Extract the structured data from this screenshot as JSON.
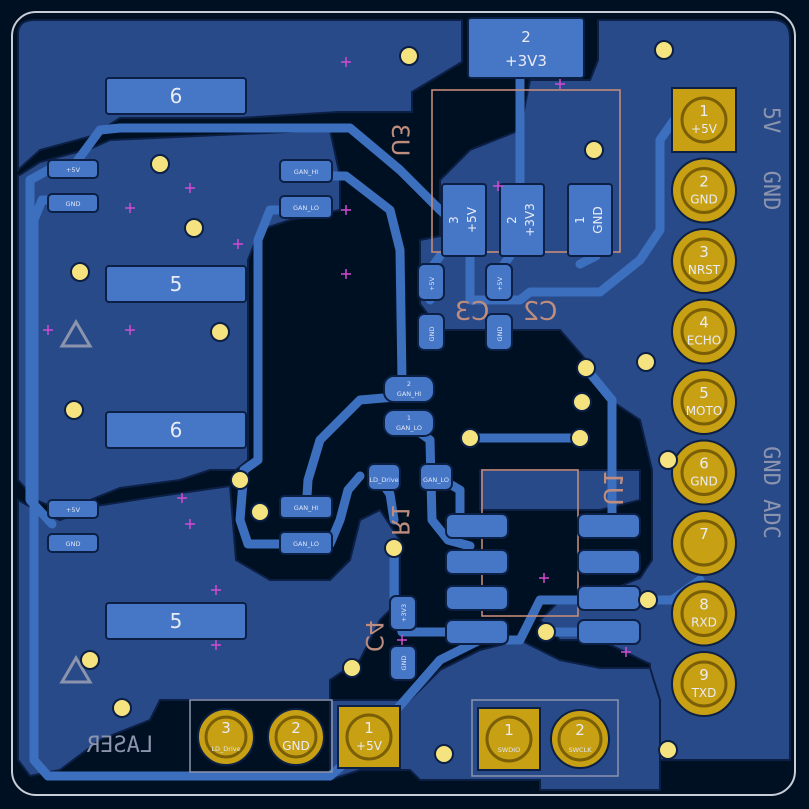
{
  "board": {
    "colors": {
      "background": "#001023",
      "copper_fill": "#284a89",
      "trace": "#3c6fbd",
      "pad": "#4677c6",
      "thru_pad": "#c8a013",
      "via": "#f5e37f",
      "silkscreen": "#8c94ad",
      "back_silk": "#c48b78",
      "marker": "#d24ad2"
    }
  },
  "header_pins": [
    {
      "num": "1",
      "net": "+5V",
      "side": "5V"
    },
    {
      "num": "2",
      "net": "GND",
      "side": "GND"
    },
    {
      "num": "3",
      "net": "NRST",
      "side": ""
    },
    {
      "num": "4",
      "net": "ECHO",
      "side": ""
    },
    {
      "num": "5",
      "net": "MOTO",
      "side": ""
    },
    {
      "num": "6",
      "net": "GND",
      "side": "GND ADC"
    },
    {
      "num": "7",
      "net": "",
      "side": ""
    },
    {
      "num": "8",
      "net": "RXD",
      "side": ""
    },
    {
      "num": "9",
      "net": "TXD",
      "side": ""
    }
  ],
  "laser_connector": {
    "label": "LASER",
    "pins": [
      {
        "num": "3",
        "net": "LD_Drive"
      },
      {
        "num": "2",
        "net": "GND"
      },
      {
        "num": "1",
        "net": "+5V"
      }
    ]
  },
  "swd_connector": {
    "pins": [
      {
        "num": "1",
        "net": "SWDIO"
      },
      {
        "num": "2",
        "net": "SWCLK"
      }
    ]
  },
  "regulator": {
    "ref": "U3",
    "tab": {
      "num": "2",
      "net": "+3V3"
    },
    "pins": [
      {
        "num": "3",
        "net": "+5V"
      },
      {
        "num": "2",
        "net": "+3V3"
      },
      {
        "num": "1",
        "net": "GND"
      }
    ]
  },
  "mcu": {
    "ref": "U1"
  },
  "pads": {
    "p6a": "6",
    "p5a": "5",
    "p6b": "6",
    "p5b": "5",
    "sm1_a": "+5V",
    "sm1_b": "GND",
    "sm2_a": "GAN_HI",
    "sm2_b": "GAN_LO",
    "sm3_a": "+5V",
    "sm3_b": "GND",
    "sm4_a": "GAN_HI",
    "sm4_b": "GAN_LO",
    "c_a1": "+5V",
    "c_a2": "GND",
    "c_b1": "+5V",
    "c_b2": "GND",
    "c4_1": "+3V3",
    "c4_2": "GND",
    "ld_2": "GAN_HI",
    "ld_1": "GAN_LO",
    "r_1": "LD_Drive",
    "r_2": "GAN_LO",
    "one": "1",
    "two": "2"
  },
  "silk_labels": {
    "c4": "C4",
    "r1": "R1",
    "u3": "U3",
    "c3": "C3",
    "c2": "C2"
  }
}
